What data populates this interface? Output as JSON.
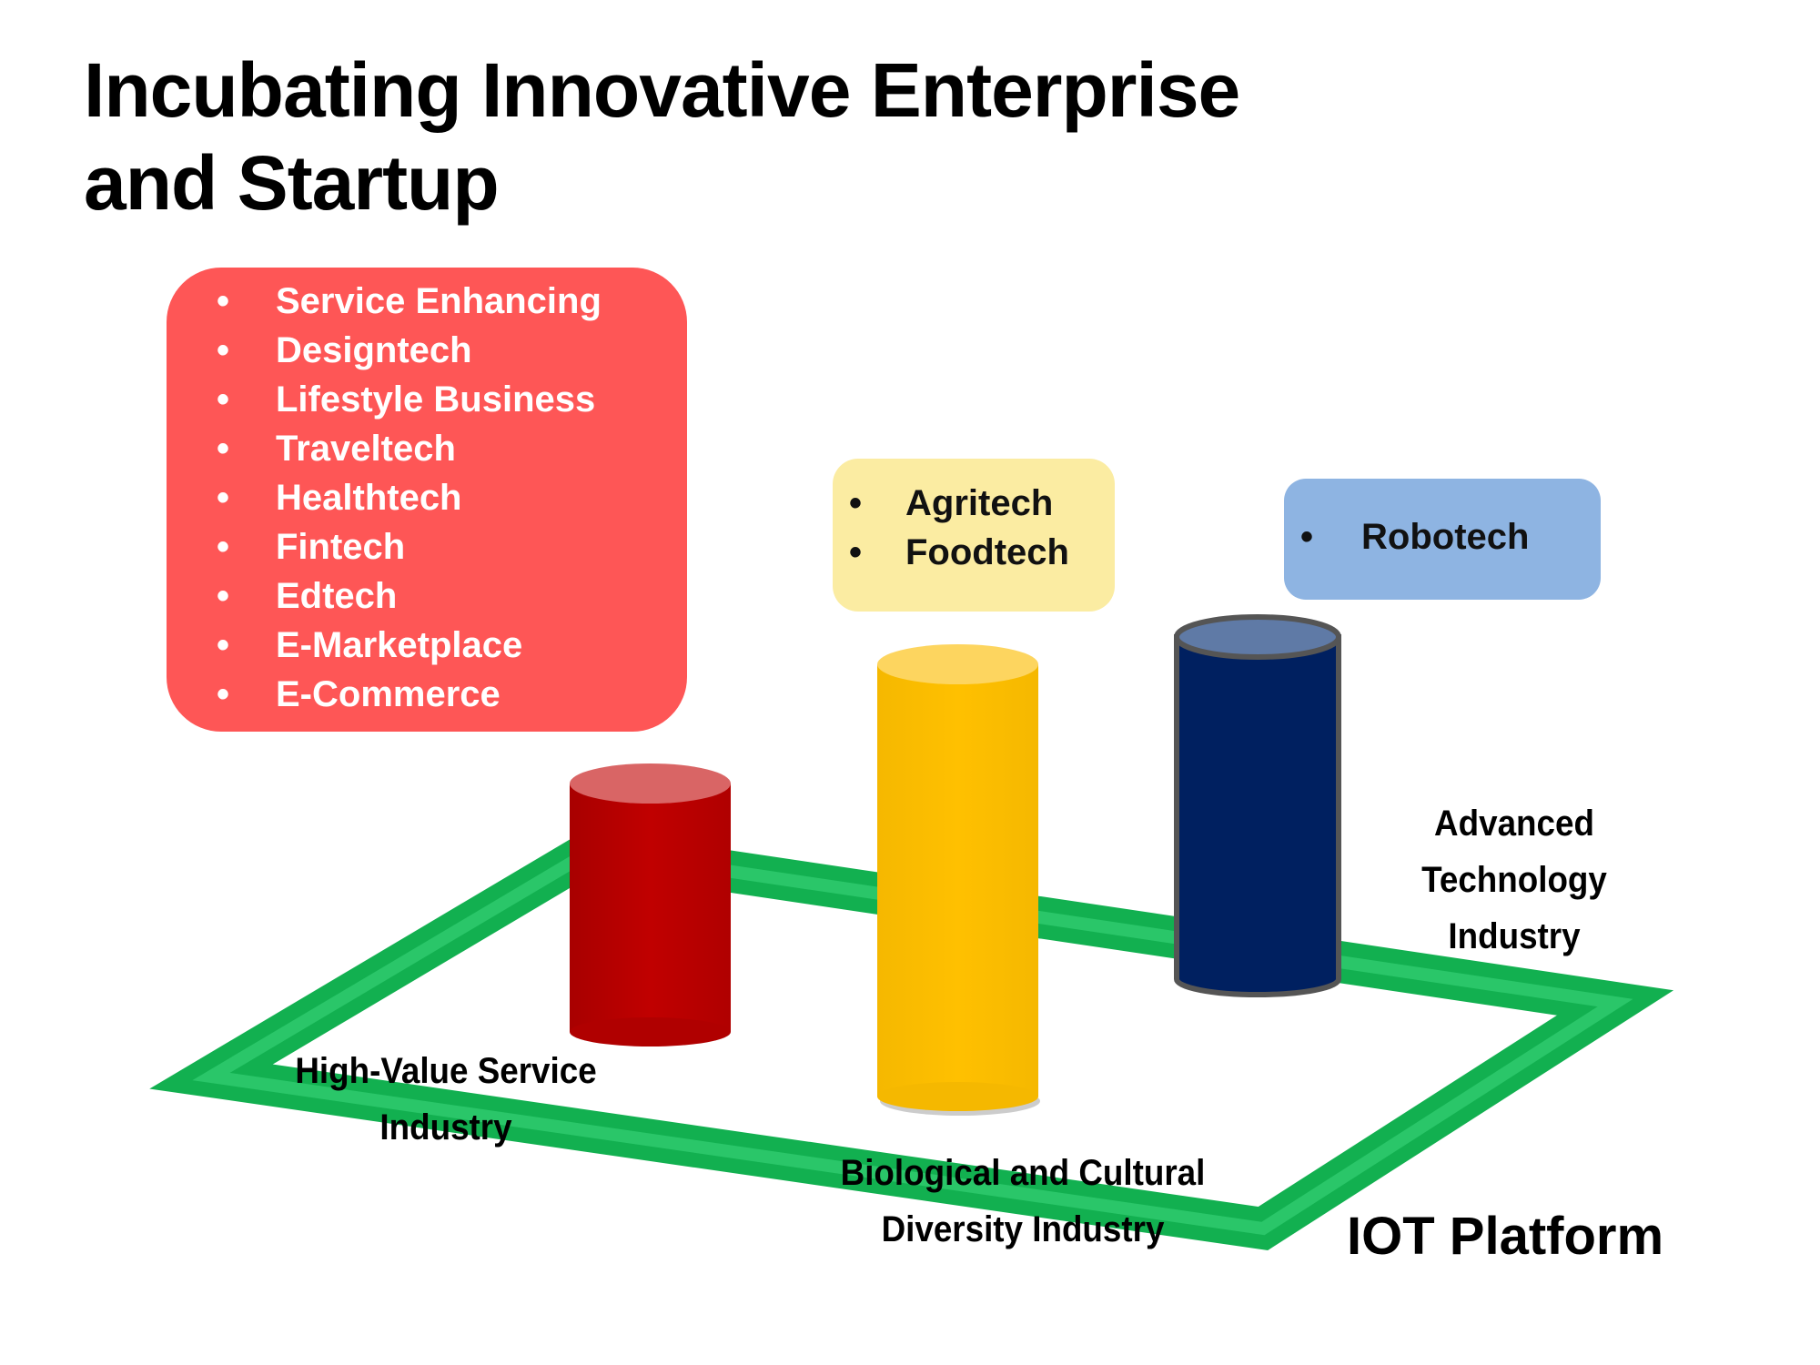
{
  "title": {
    "line1": "Incubating Innovative Enterprise",
    "line2": "and Startup"
  },
  "bullet": "•",
  "high_value_service": {
    "items": [
      "Service Enhancing",
      "Designtech",
      "Lifestyle Business",
      "Traveltech",
      "Healthtech",
      "Fintech",
      "Edtech",
      "E-Marketplace",
      "E-Commerce"
    ],
    "label_line1": "High-Value Service",
    "label_line2": "Industry",
    "color": "#c00000"
  },
  "bio_cultural": {
    "items": [
      "Agritech",
      "Foodtech"
    ],
    "label_line1": "Biological and Cultural",
    "label_line2": "Diversity Industry",
    "color": "#ffc000"
  },
  "advanced_tech": {
    "items": [
      "Robotech"
    ],
    "label_line1": "Advanced",
    "label_line2": "Technology",
    "label_line3": "Industry",
    "color": "#002060"
  },
  "platform": {
    "label": "IOT Platform",
    "color": "#12b050"
  }
}
